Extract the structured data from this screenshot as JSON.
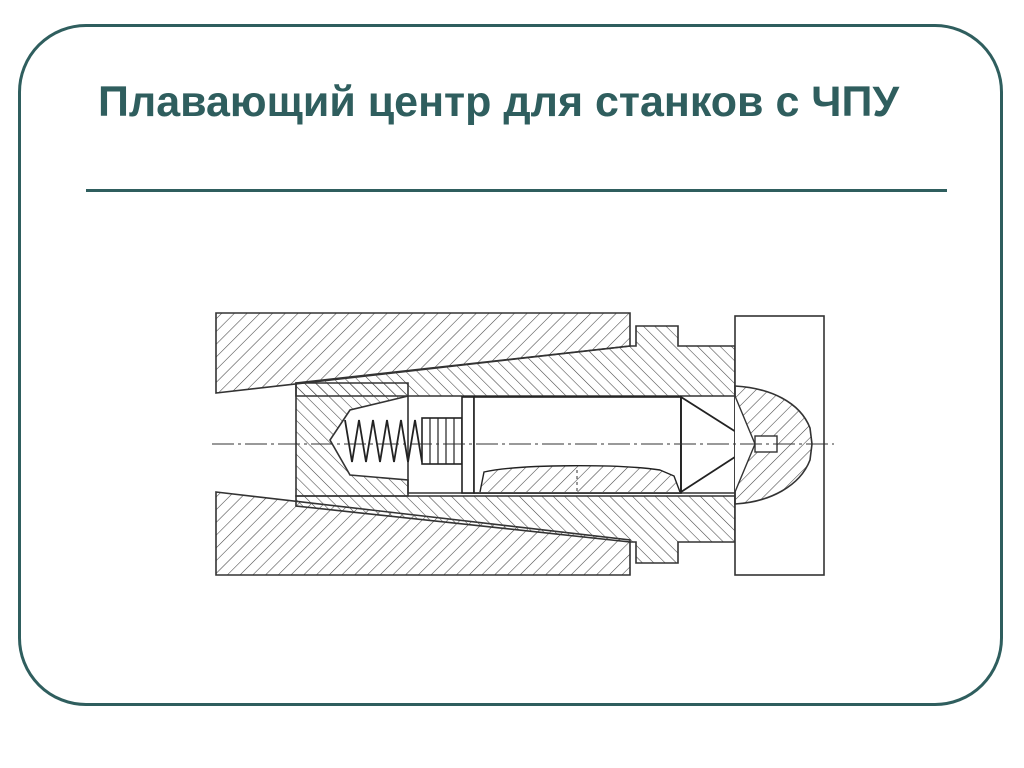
{
  "slide": {
    "title": "Плавающий центр для станков с ЧПУ"
  },
  "diagram": {
    "kind": "technical-cross-section",
    "parts": [
      "outer-spindle-body",
      "tapered-sleeve",
      "plunger",
      "spring",
      "adjusting-screw",
      "center-point",
      "workpiece",
      "center-axis"
    ]
  },
  "colors": {
    "accent": "#2f5e5e",
    "ink": "#333333",
    "background": "#ffffff"
  }
}
